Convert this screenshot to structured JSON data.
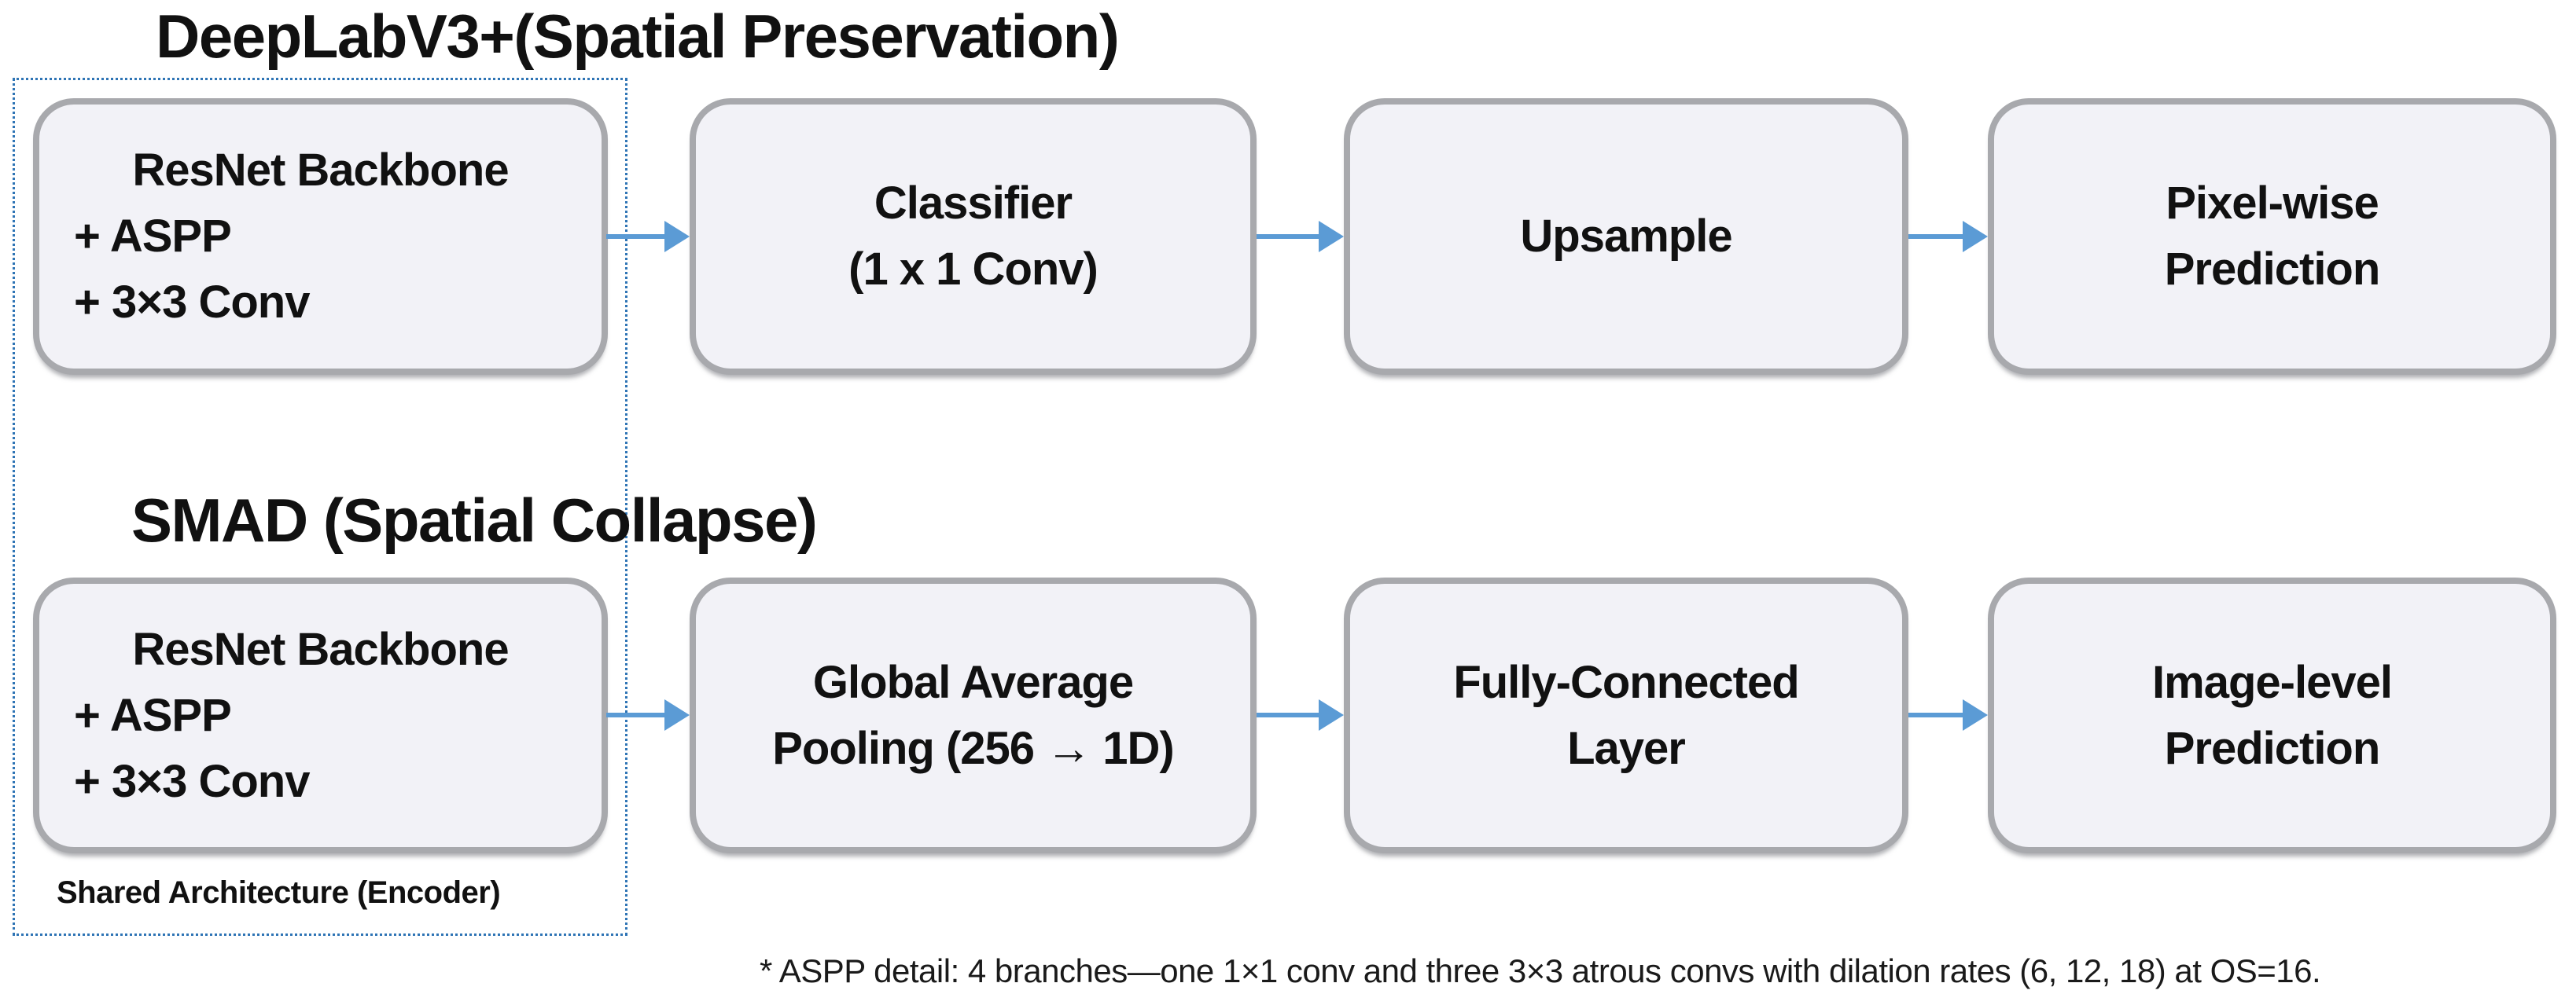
{
  "colors": {
    "arrow": "#5B9BD5",
    "box_fill": "#F2F2F7",
    "box_border": "#A8A9AD",
    "dotted_outline": "#2E74B5",
    "text": "#111111"
  },
  "pipelines": [
    {
      "title": "DeepLabV3+(Spatial Preservation)",
      "boxes": [
        {
          "lines": [
            "ResNet Backbone",
            "+ ASPP",
            "+ 3×3 Conv"
          ]
        },
        {
          "lines": [
            "Classifier",
            "(1 x 1 Conv)"
          ]
        },
        {
          "lines": [
            "Upsample"
          ]
        },
        {
          "lines": [
            "Pixel-wise",
            "Prediction"
          ]
        }
      ]
    },
    {
      "title": "SMAD (Spatial Collapse)",
      "boxes": [
        {
          "lines": [
            "ResNet Backbone",
            "+ ASPP",
            "+ 3×3 Conv"
          ]
        },
        {
          "lines": [
            "Global Average",
            "Pooling (256 → 1D)"
          ]
        },
        {
          "lines": [
            "Fully-Connected",
            "Layer"
          ]
        },
        {
          "lines": [
            "Image-level",
            "Prediction"
          ]
        }
      ]
    }
  ],
  "shared_label": "Shared Architecture (Encoder)",
  "footnote": "* ASPP detail: 4 branches—one 1×1 conv and three 3×3 atrous convs with dilation rates (6, 12, 18) at OS=16."
}
